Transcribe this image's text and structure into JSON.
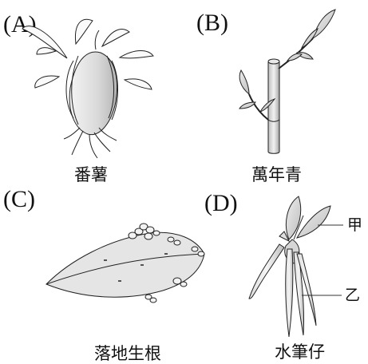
{
  "panels": {
    "a": {
      "letter": "(A)",
      "caption": "番薯"
    },
    "b": {
      "letter": "(B)",
      "caption": "萬年青"
    },
    "c": {
      "letter": "(C)",
      "caption": "落地生根"
    },
    "d": {
      "letter": "(D)",
      "caption": "水筆仔",
      "callouts": {
        "upper": "甲",
        "lower": "乙"
      }
    }
  }
}
